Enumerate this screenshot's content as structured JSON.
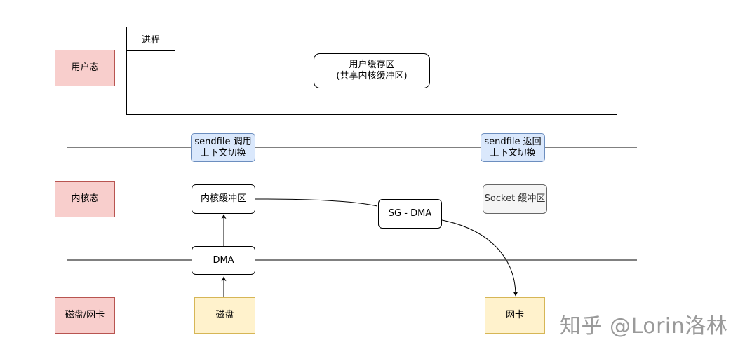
{
  "lanes": {
    "user": "用户态",
    "kernel": "内核态",
    "device": "磁盘/网卡"
  },
  "process": {
    "tag": "进程",
    "buffer_line1": "用户缓存区",
    "buffer_line2": "(共享内核缓冲区)"
  },
  "callouts": {
    "call_line1": "sendfile 调用",
    "call_line2": "上下文切换",
    "return_line1": "sendfile 返回",
    "return_line2": "上下文切换"
  },
  "kernel": {
    "kernel_buffer": "内核缓冲区",
    "sg_dma": "SG - DMA",
    "socket_buffer": "Socket 缓冲区",
    "dma": "DMA"
  },
  "devices": {
    "disk": "磁盘",
    "nic": "网卡"
  },
  "watermark": "知乎 @Lorin洛林",
  "colors": {
    "lane_fill": "#f8cecc",
    "lane_border": "#b85450",
    "callout_fill": "#dae8fc",
    "callout_border": "#6c8ebf",
    "storage_fill": "#fff2cc",
    "storage_border": "#d6b656",
    "socket_fill": "#f5f5f5"
  }
}
